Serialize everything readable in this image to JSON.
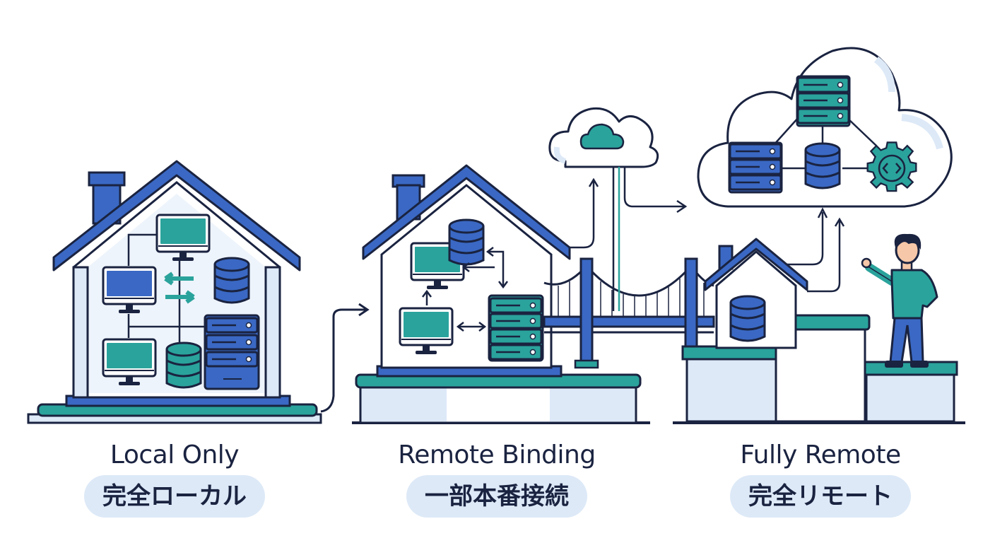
{
  "colors": {
    "ink": "#1a2340",
    "blue": "#3a68c4",
    "teal": "#2aa39c",
    "pale": "#dde9f7",
    "white": "#ffffff"
  },
  "stages": [
    {
      "en": "Local Only",
      "jp": "完全ローカル"
    },
    {
      "en": "Remote Binding",
      "jp": "一部本番接続"
    },
    {
      "en": "Fully Remote",
      "jp": "完全リモート"
    }
  ],
  "icons": [
    "house-icon",
    "monitor-icon",
    "database-icon",
    "server-icon",
    "cloud-icon",
    "bridge-icon",
    "gear-code-icon",
    "person-icon",
    "arrow-icon"
  ]
}
